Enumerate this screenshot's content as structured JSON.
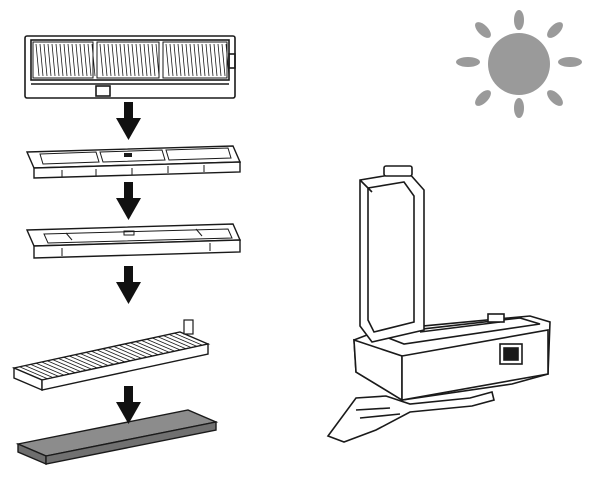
{
  "figure": {
    "steps": [
      {
        "name": "assembled-filter"
      },
      {
        "name": "filter-frame-top-view"
      },
      {
        "name": "filter-frame-bottom-view"
      },
      {
        "name": "pleated-filter-element"
      },
      {
        "name": "filter-sponge-pad"
      }
    ],
    "arrows": 4,
    "sun_icon": "sun-icon",
    "dustbin": "dustbin-open-lid",
    "colors": {
      "stroke": "#1a1a1a",
      "fill": "#ffffff",
      "sun": "#9a9a9a",
      "sponge": "#8c8c8c",
      "arrow": "#111111"
    }
  }
}
